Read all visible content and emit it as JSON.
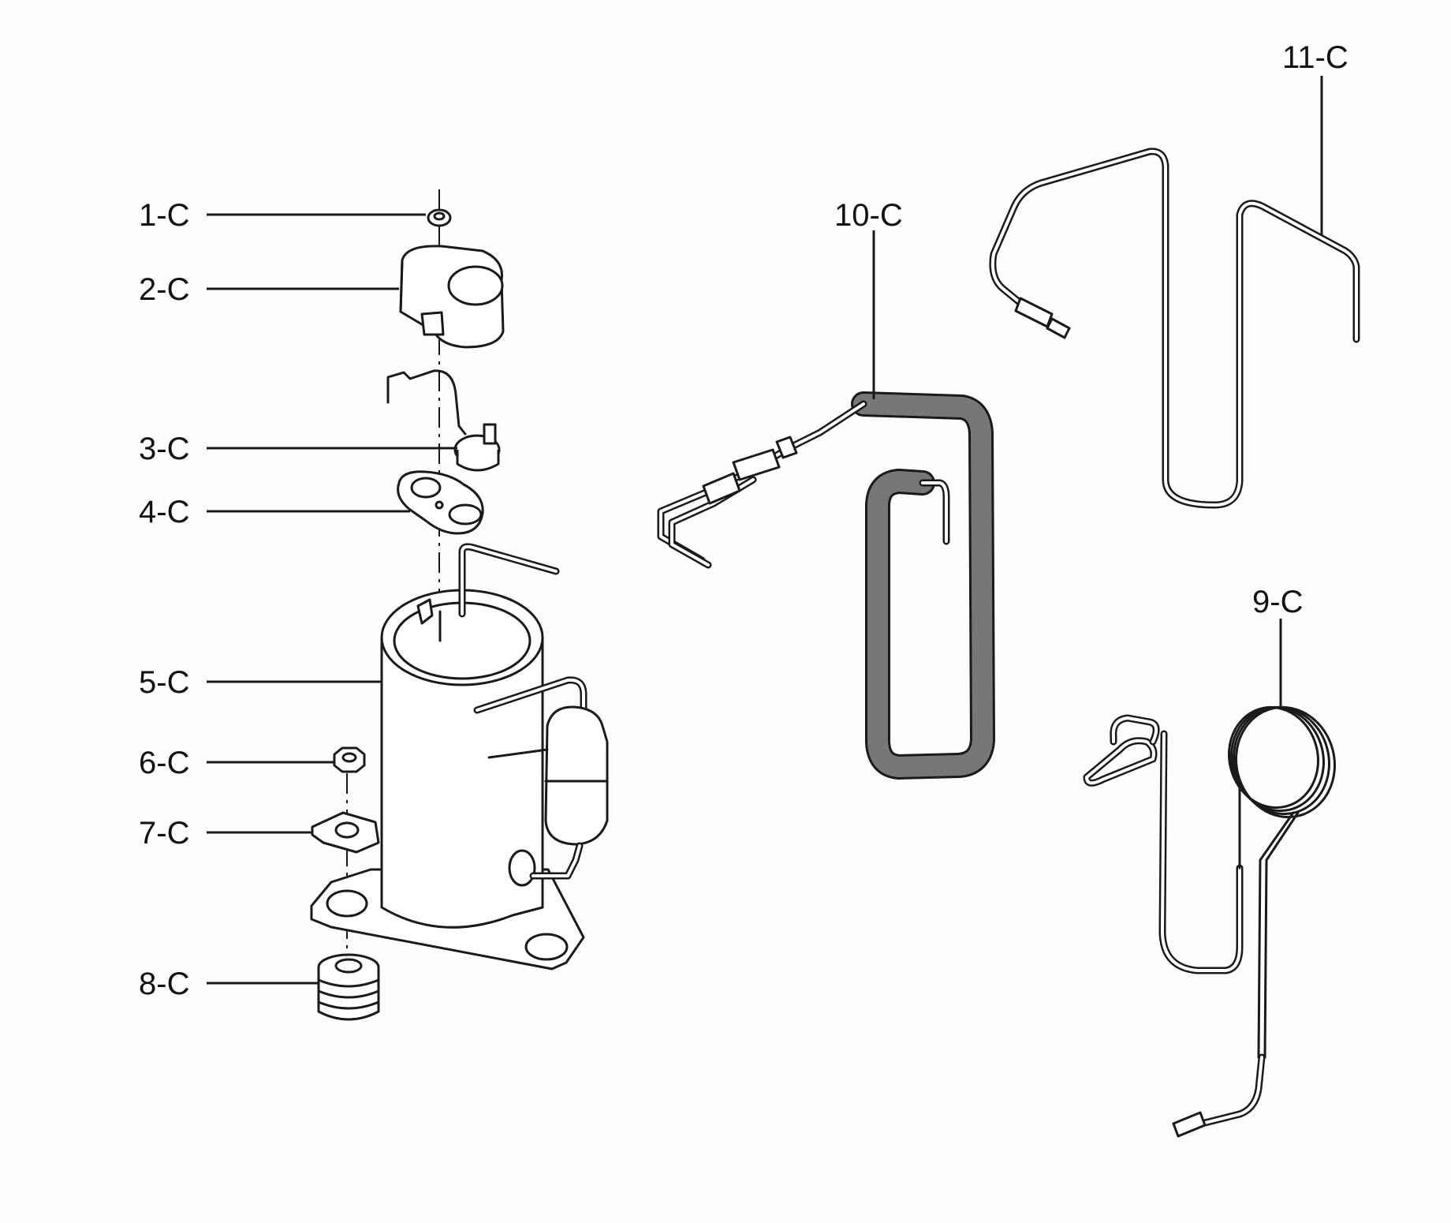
{
  "parts": [
    {
      "id": "1-C"
    },
    {
      "id": "2-C"
    },
    {
      "id": "3-C"
    },
    {
      "id": "4-C"
    },
    {
      "id": "5-C"
    },
    {
      "id": "6-C"
    },
    {
      "id": "7-C"
    },
    {
      "id": "8-C"
    },
    {
      "id": "9-C"
    },
    {
      "id": "10-C"
    },
    {
      "id": "11-C"
    }
  ]
}
